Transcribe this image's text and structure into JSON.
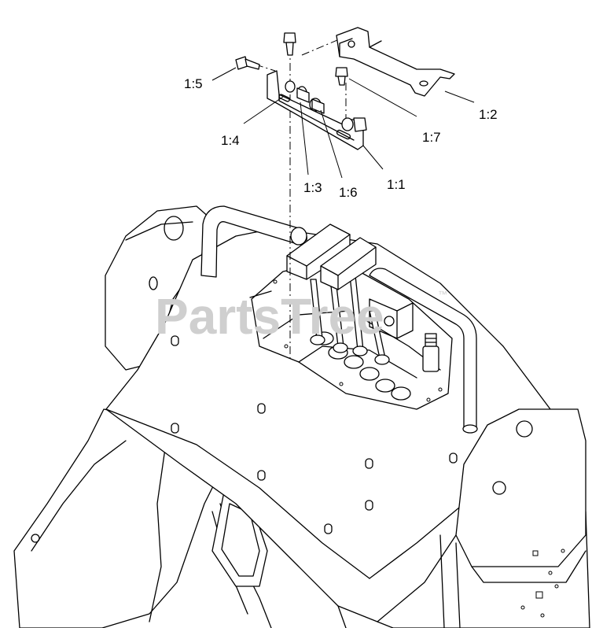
{
  "watermark": {
    "text": "PartsTree",
    "trademark": "™"
  },
  "callouts": [
    {
      "id": "1:1",
      "label": "1:1"
    },
    {
      "id": "1:2",
      "label": "1:2"
    },
    {
      "id": "1:3",
      "label": "1:3"
    },
    {
      "id": "1:4",
      "label": "1:4"
    },
    {
      "id": "1:5",
      "label": "1:5"
    },
    {
      "id": "1:6",
      "label": "1:6"
    },
    {
      "id": "1:7",
      "label": "1:7"
    }
  ]
}
